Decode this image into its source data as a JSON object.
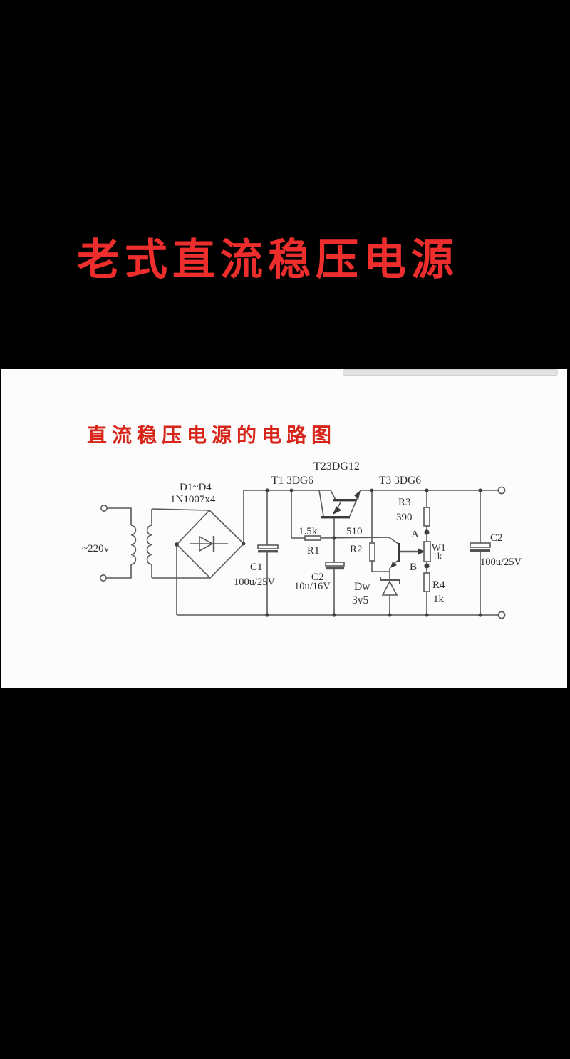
{
  "main_title": "老式直流稳压电源",
  "panel": {
    "title": "直流稳压电源的电路图",
    "labels": {
      "input_voltage": "~220v",
      "bridge_name": "D1~D4",
      "bridge_part": "1N1007x4",
      "c1_name": "C1",
      "c1_value": "100u/25V",
      "t1": "T1 3DG6",
      "t2": "T23DG12",
      "t3": "T3 3DG6",
      "r1_value": "1.5k",
      "r1_name": "R1",
      "r2_value": "510",
      "r2_name": "R2",
      "c2a_name": "C2",
      "c2a_value": "10u/16V",
      "dw_name": "Dw",
      "dw_value": "3v5",
      "r3_name": "R3",
      "r3_value": "390",
      "node_a": "A",
      "w1_name": "W1",
      "w1_value": "1k",
      "node_b": "B",
      "r4_name": "R4",
      "r4_value": "1k",
      "c2b_name": "C2",
      "c2b_value": "100u/25V"
    }
  },
  "colors": {
    "background": "#000000",
    "main_title_red": "#ee2d2d",
    "panel_title_red": "#d8251a",
    "panel_bg": "#fcfcfc",
    "wire_gray": "#5a5a5a"
  }
}
